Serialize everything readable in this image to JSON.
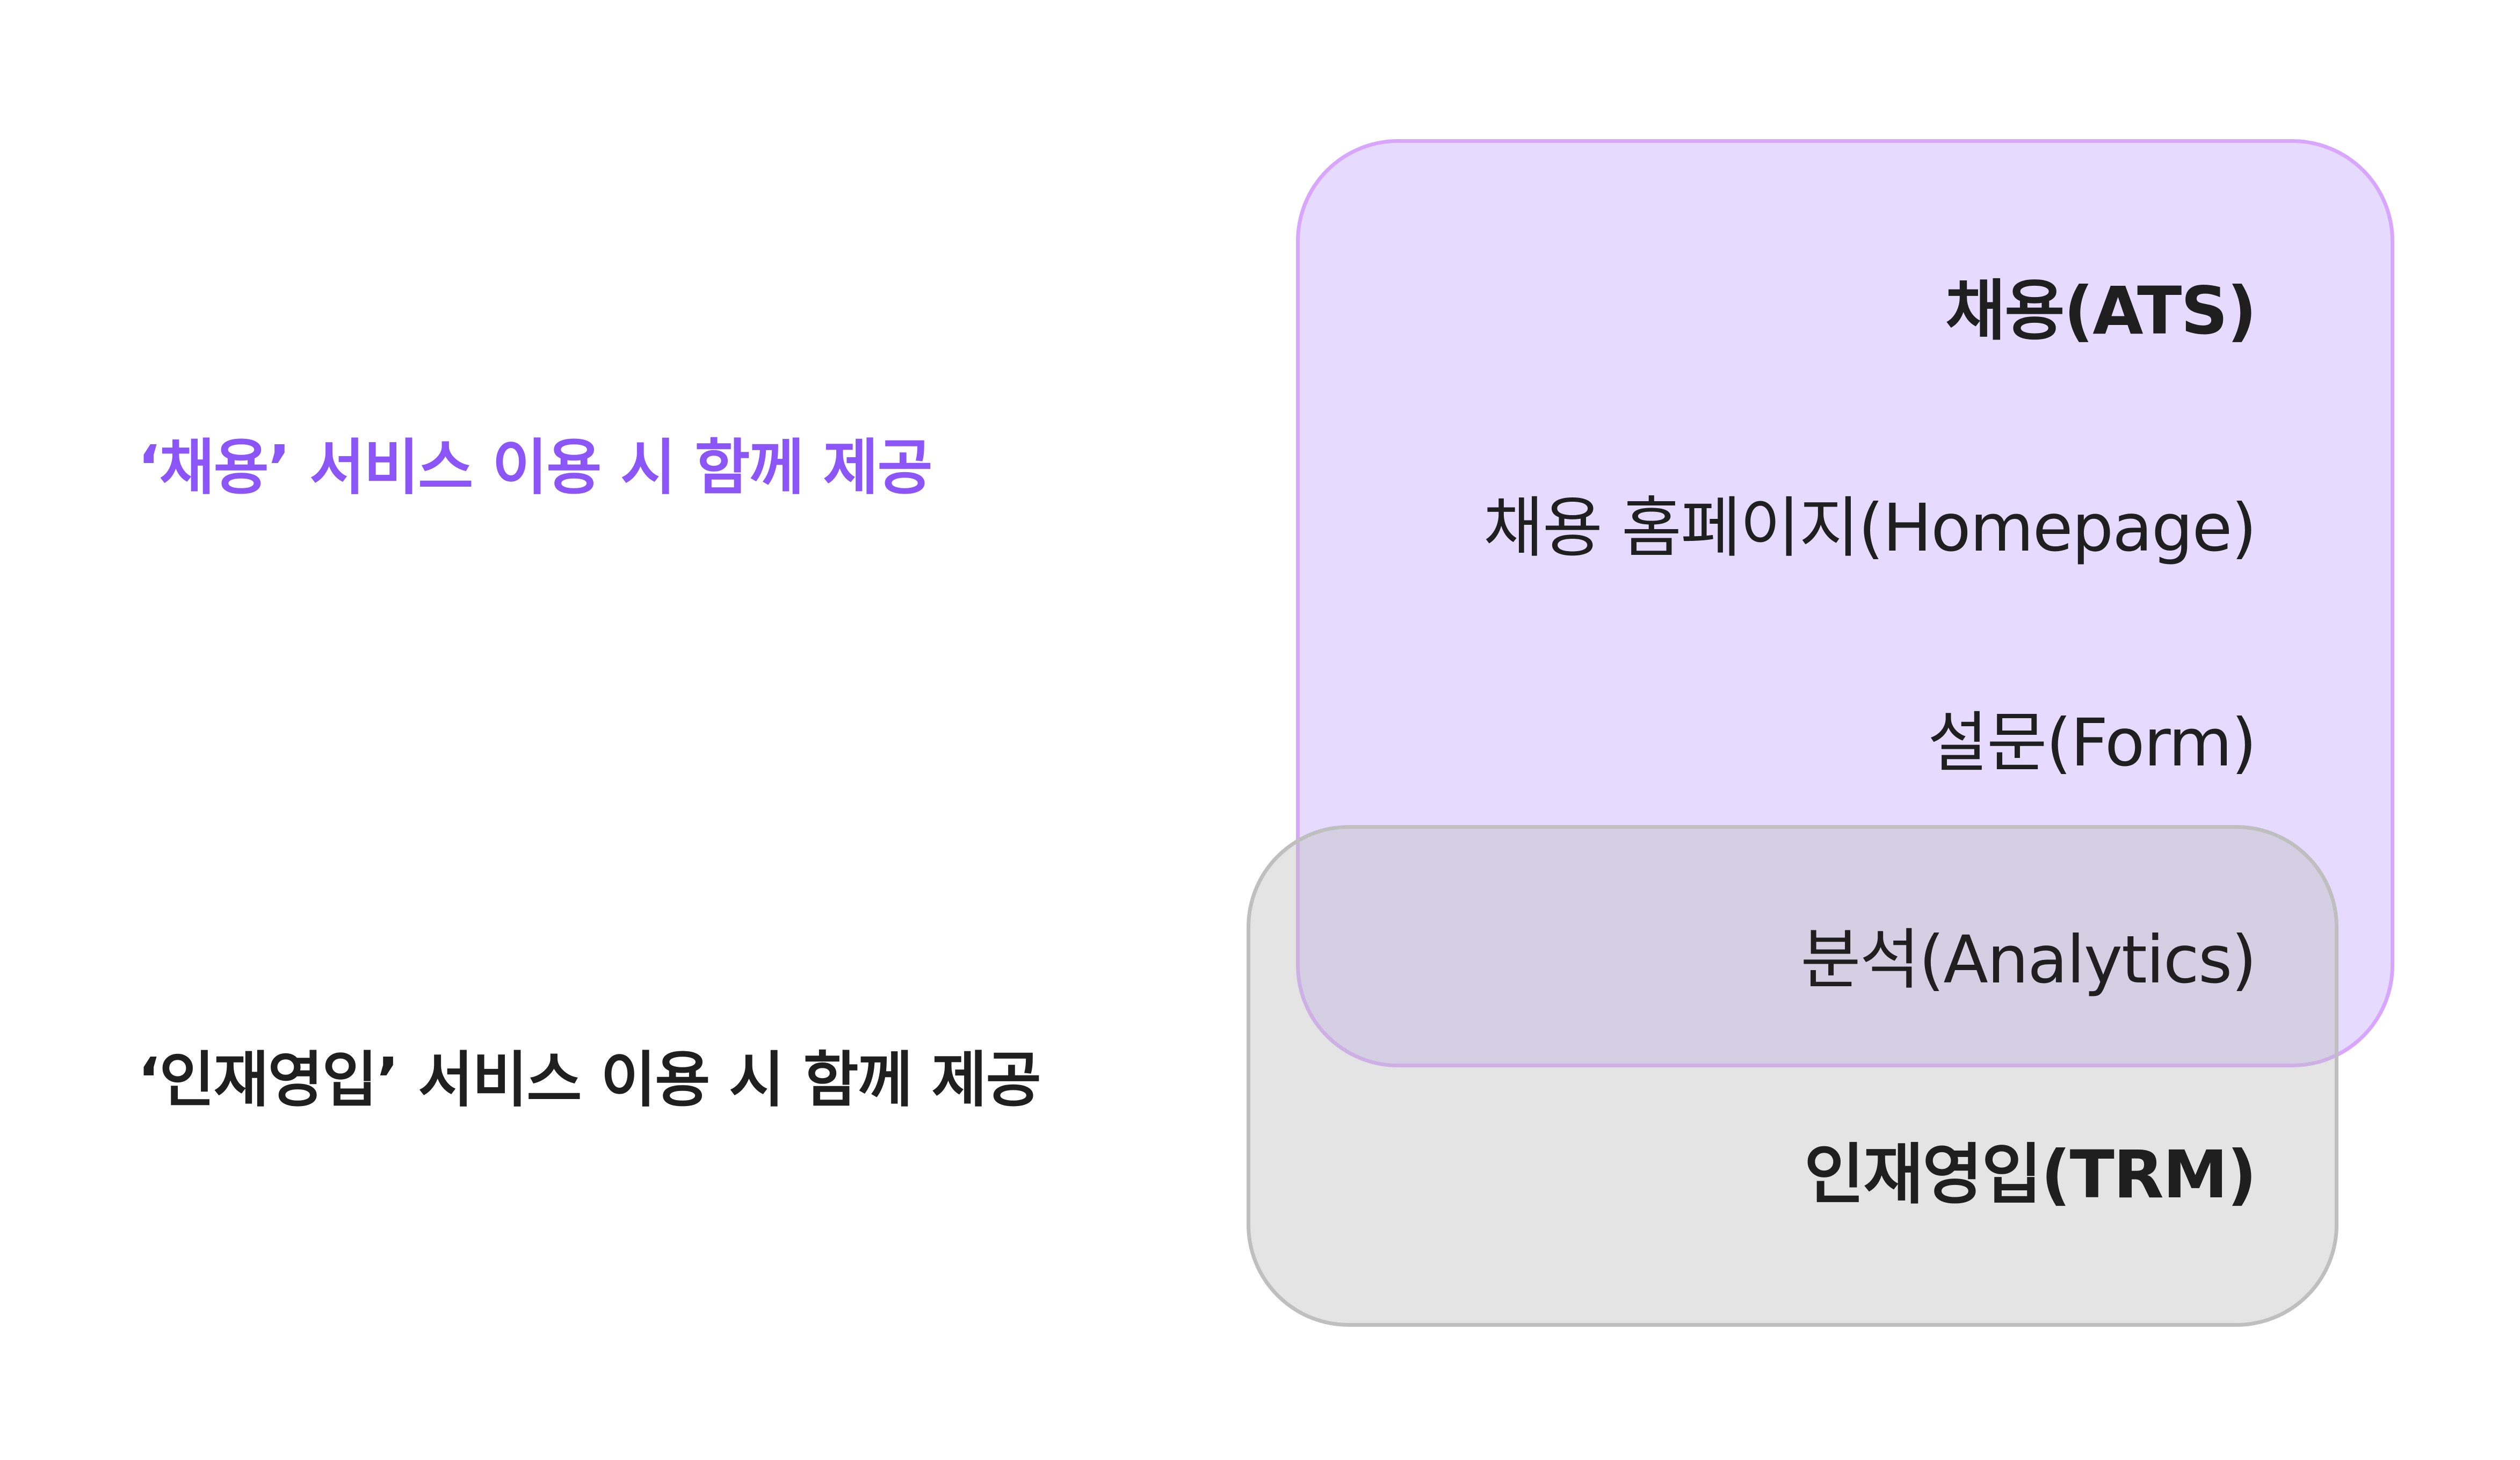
{
  "colors": {
    "accent": "#8B55F7",
    "text": "#1f1f1f",
    "ats_fill": "#E6DBFF",
    "ats_border": "#D8A6FF",
    "trm_border": "#BFBFBF"
  },
  "left_labels": {
    "ats": "‘채용’ 서비스 이용 시 함께 제공",
    "trm": "‘인재영입’ 서비스 이용 시 함께 제공"
  },
  "items": [
    {
      "label": "채용(ATS)"
    },
    {
      "label": "채용 홈페이지(Homepage)"
    },
    {
      "label": "설문(Form)"
    },
    {
      "label": "분석(Analytics)"
    },
    {
      "label": "인재영입(TRM)"
    }
  ]
}
